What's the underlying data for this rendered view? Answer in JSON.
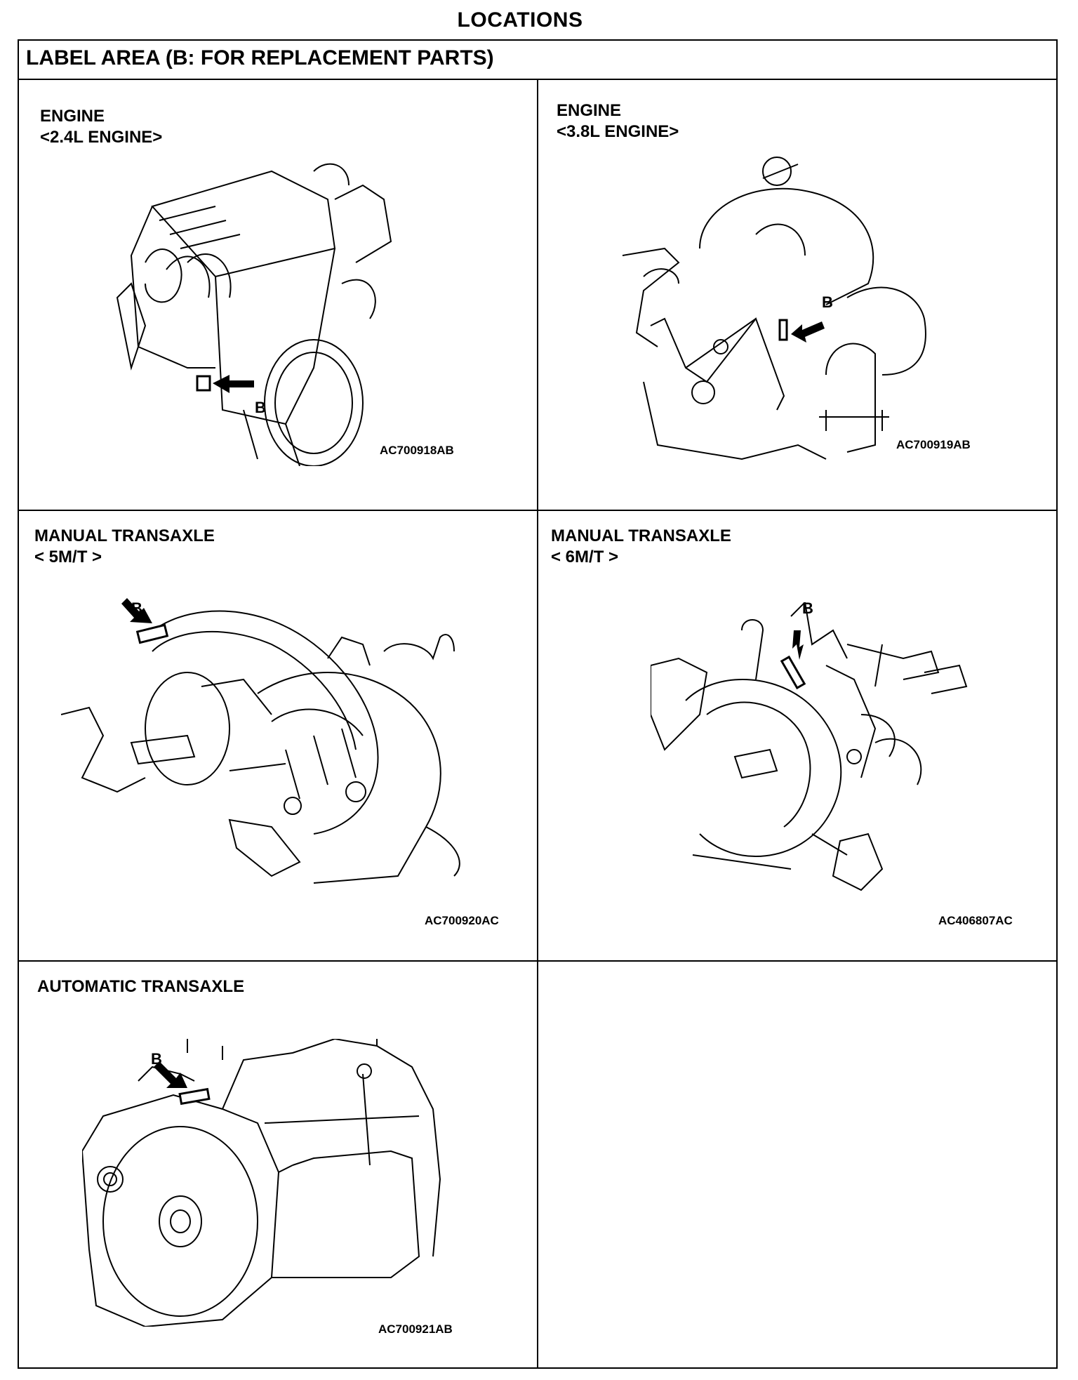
{
  "page": {
    "title": "LOCATIONS"
  },
  "section": {
    "header": "LABEL AREA (B: FOR REPLACEMENT PARTS)"
  },
  "cells": [
    {
      "title": "ENGINE",
      "subtitle": "<2.4L ENGINE>",
      "figure_code": "AC700918AB",
      "callout": "B"
    },
    {
      "title": "ENGINE",
      "subtitle": "<3.8L ENGINE>",
      "figure_code": "AC700919AB",
      "callout": "B"
    },
    {
      "title": "MANUAL TRANSAXLE",
      "subtitle": "< 5M/T >",
      "figure_code": "AC700920AC",
      "callout": "B"
    },
    {
      "title": "MANUAL TRANSAXLE",
      "subtitle": "< 6M/T >",
      "figure_code": "AC406807AC",
      "callout": "B"
    },
    {
      "title": "AUTOMATIC TRANSAXLE",
      "figure_code": "AC700921AB",
      "callout": "B"
    }
  ]
}
